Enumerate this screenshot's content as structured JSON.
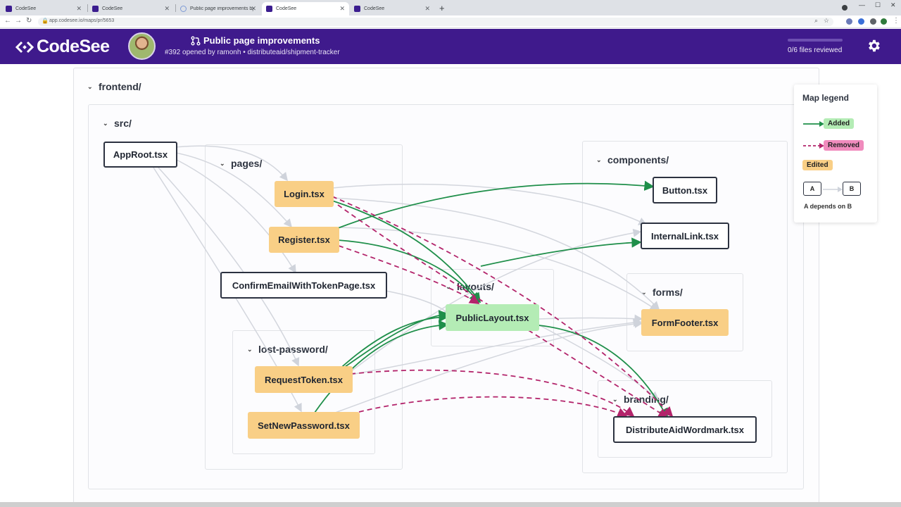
{
  "browser": {
    "tabs": [
      {
        "title": "CodeSee"
      },
      {
        "title": "CodeSee"
      },
      {
        "title": "Public page improvements by ra..."
      },
      {
        "title": "CodeSee"
      },
      {
        "title": "CodeSee"
      }
    ],
    "url": "app.codesee.io/maps/pr/5653"
  },
  "header": {
    "brand": "CodeSee",
    "pr_title": "Public page improvements",
    "pr_subtitle": "#392 opened by ramonh • distributeaid/shipment-tracker",
    "files_reviewed": "0/6 files reviewed",
    "review_progress": 0
  },
  "folders": {
    "frontend": "frontend/",
    "src": "src/",
    "pages": "pages/",
    "lost_password": "lost-password/",
    "layouts": "layouts/",
    "components": "components/",
    "forms": "forms/",
    "branding": "branding/"
  },
  "files": {
    "approot": "AppRoot.tsx",
    "login": "Login.tsx",
    "register": "Register.tsx",
    "confirm": "ConfirmEmailWithTokenPage.tsx",
    "requesttoken": "RequestToken.tsx",
    "setnewpassword": "SetNewPassword.tsx",
    "publiclayout": "PublicLayout.tsx",
    "button": "Button.tsx",
    "internallink": "InternalLink.tsx",
    "formfooter": "FormFooter.tsx",
    "wordmark": "DistributeAidWordmark.tsx"
  },
  "legend": {
    "title": "Map legend",
    "added": "Added",
    "removed": "Removed",
    "edited": "Edited",
    "a": "A",
    "b": "B",
    "note": "A depends on B"
  },
  "colors": {
    "header_bg": "#3f1a8c",
    "added_edge": "#1f8f4a",
    "removed_edge": "#b3246b",
    "neutral_edge": "#d3d6dd",
    "edited_fill": "#f9cf86",
    "added_fill": "#b4ecb5",
    "removed_fill": "#f08bbd"
  }
}
